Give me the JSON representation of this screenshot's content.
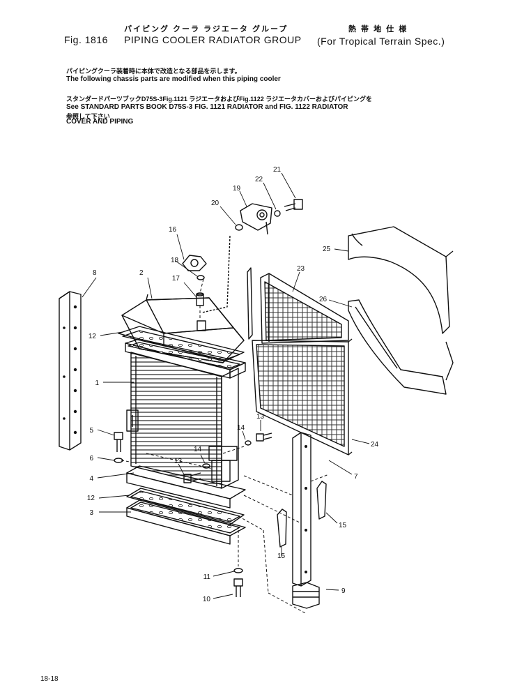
{
  "header": {
    "jp_title": "パイピング クーラ ラジエータ グループ",
    "jp_spec": "熱 帯 地 仕 様",
    "fig_label": "Fig. 1816",
    "title": "PIPING COOLER RADIATOR GROUP",
    "spec": "(For Tropical Terrain Spec.)"
  },
  "notes": {
    "line1_jp": "パイピングクーラ装着時に本体で改造となる部品を示します。",
    "line2": "The following chassis parts are modified when this piping cooler",
    "line3_jp": "スタンダードパーツブックD75S-3Fig.1121 ラジエータおよびFig.1122 ラジエータカバーおよびパイピングを",
    "line4": "See STANDARD PARTS BOOK D75S-3 FIG. 1121 RADIATOR and FIG. 1122 RADIATOR",
    "line5_jp": "参照して下さい",
    "line6": "COVER AND PIPING"
  },
  "callouts": [
    "1",
    "2",
    "3",
    "4",
    "5",
    "6",
    "7",
    "8",
    "9",
    "10",
    "11",
    "12",
    "12",
    "13",
    "13",
    "14",
    "14",
    "15",
    "15",
    "16",
    "17",
    "18",
    "19",
    "20",
    "21",
    "22",
    "23",
    "24",
    "25",
    "26"
  ],
  "footer": {
    "page": "18-18"
  }
}
